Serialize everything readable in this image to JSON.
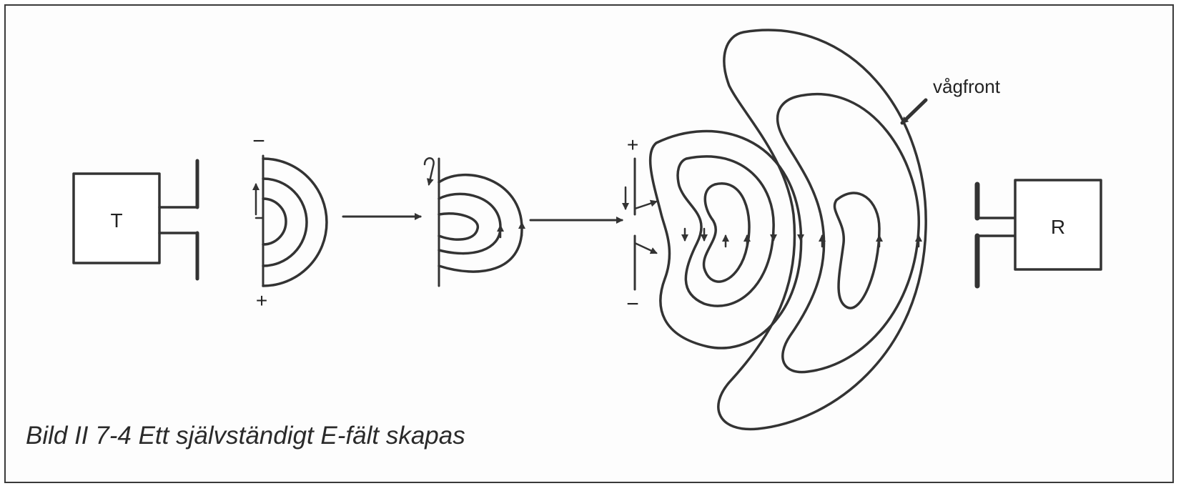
{
  "diagram": {
    "transmitter_label": "T",
    "receiver_label": "R",
    "wavefront_label": "vågfront",
    "stage1": {
      "top_sign": "−",
      "bottom_sign": "+"
    },
    "stage3": {
      "top_sign": "+",
      "bottom_sign": "−"
    }
  },
  "caption": "Bild II 7-4  Ett självständigt E-fält skapas"
}
